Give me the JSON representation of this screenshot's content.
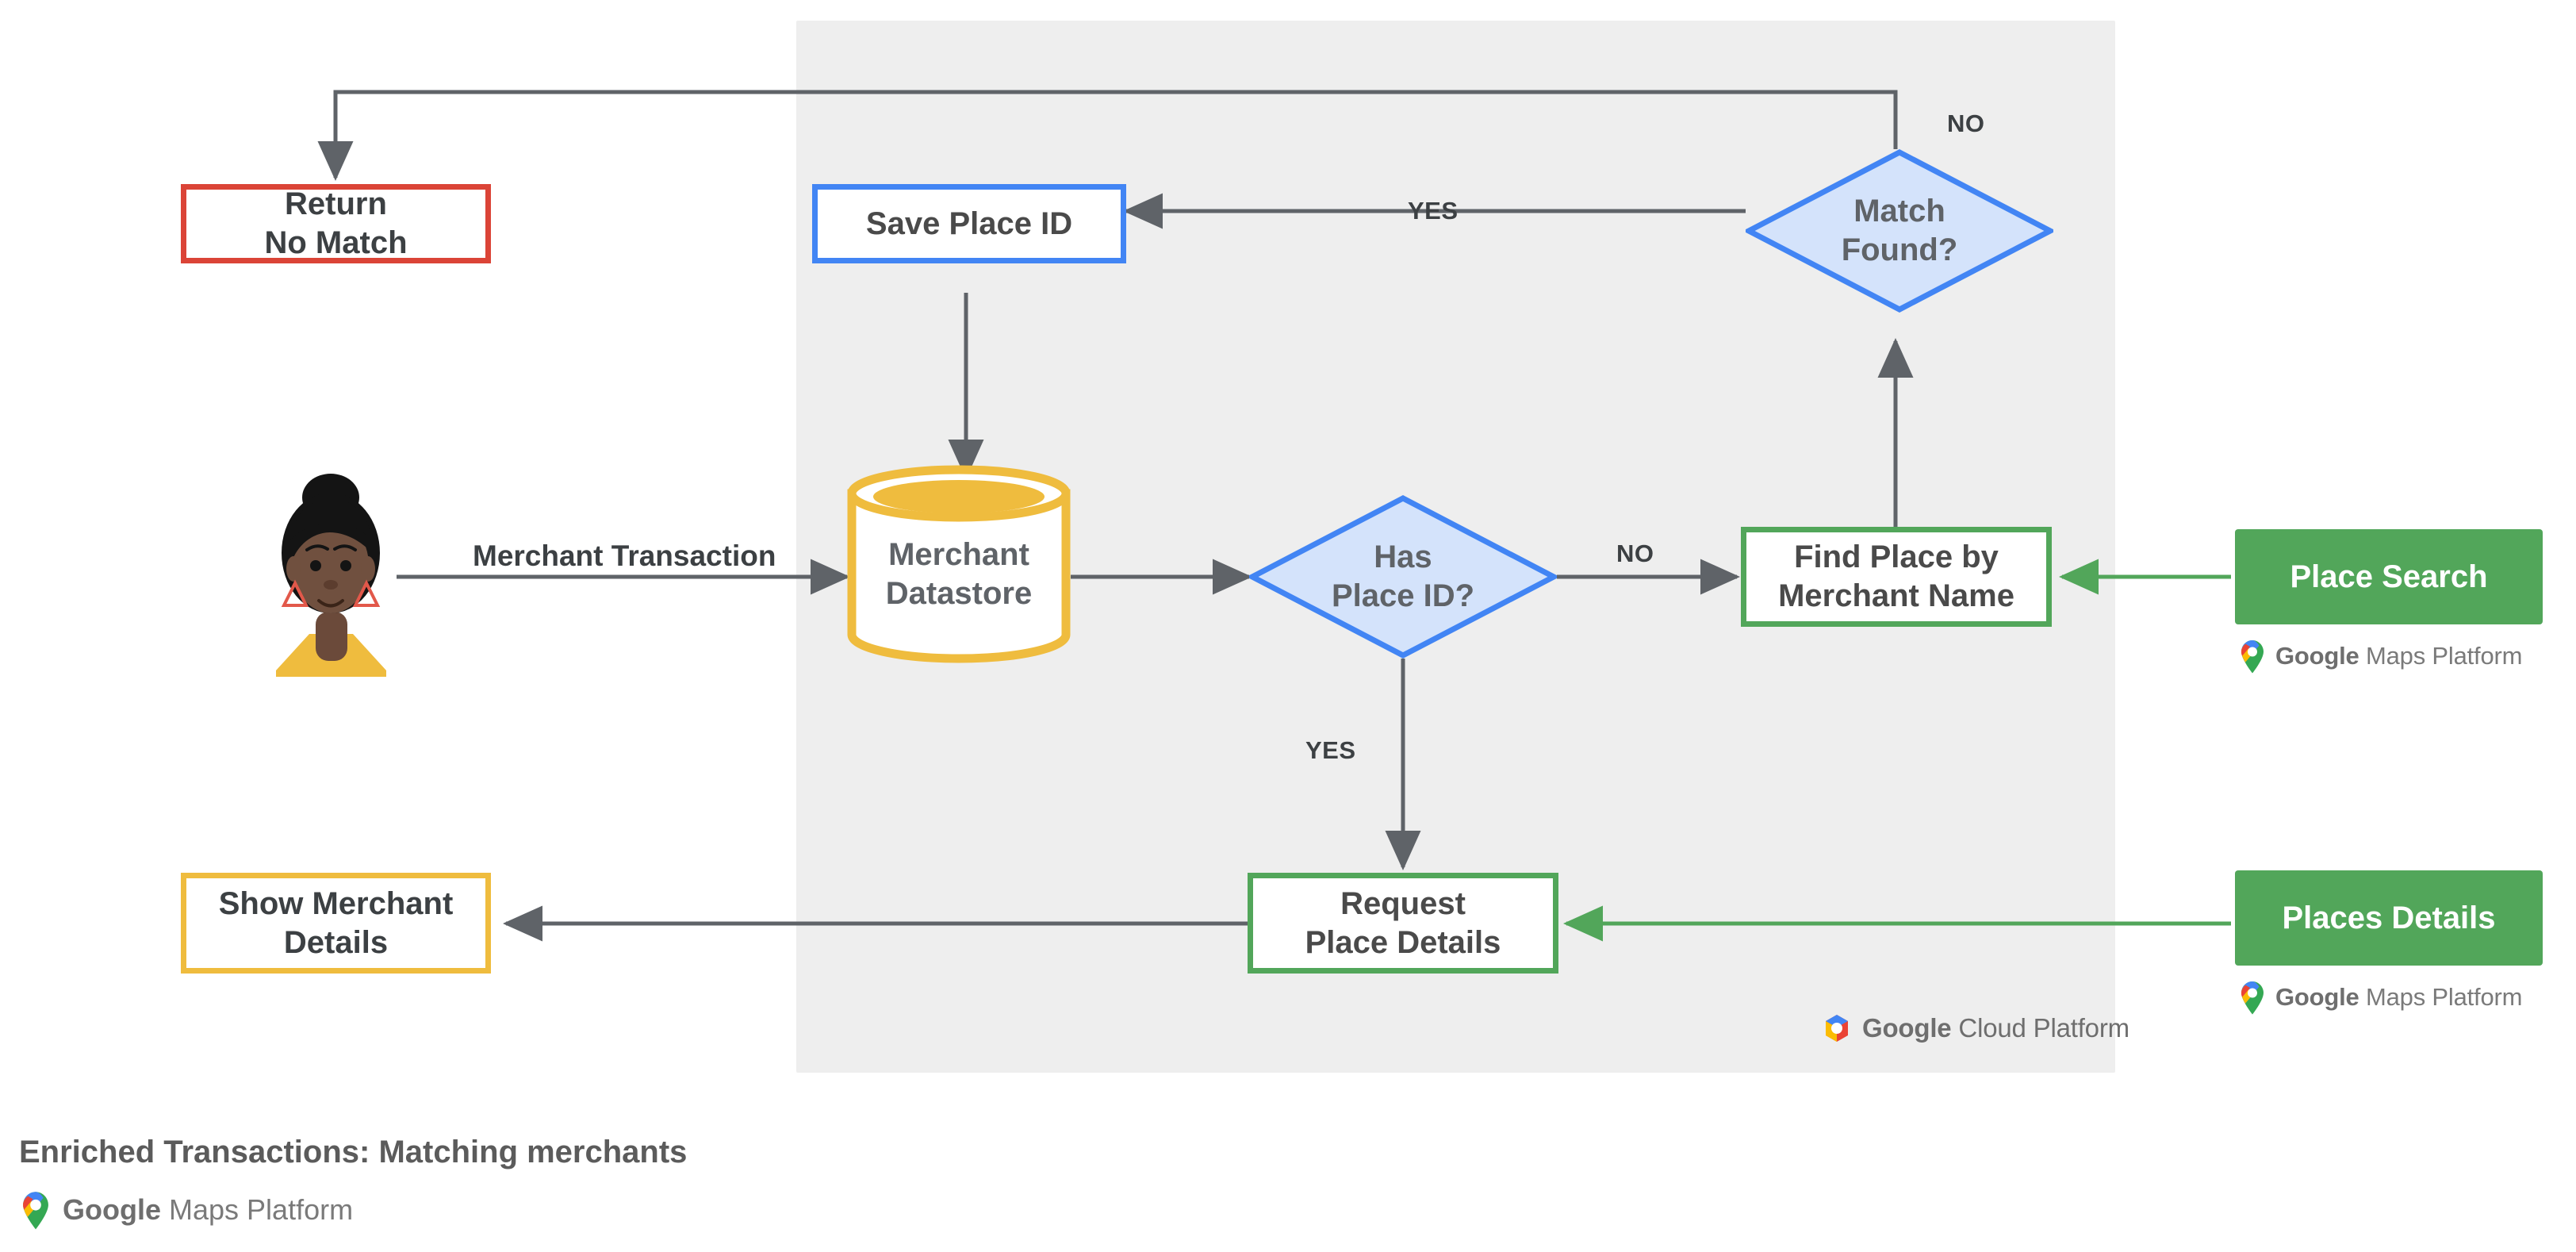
{
  "diagram": {
    "caption": "Enriched Transactions: Matching merchants",
    "caption_logo": {
      "brand": "Google",
      "product": " Maps Platform"
    },
    "panel": {
      "name": "google-cloud-platform-panel",
      "logo": {
        "brand": "Google",
        "product": " Cloud Platform"
      }
    },
    "nodes": {
      "return_no_match": {
        "label": "Return\nNo Match",
        "shape": "process",
        "color": "#DB4437"
      },
      "save_place_id": {
        "label": "Save Place ID",
        "shape": "process",
        "color": "#4285F4"
      },
      "merchant_datastore": {
        "label": "Merchant\nDatastore",
        "shape": "datastore",
        "color": "#EFBC3E"
      },
      "has_place_id": {
        "label": "Has\nPlace ID?",
        "shape": "decision",
        "color": "#4285F4"
      },
      "match_found": {
        "label": "Match\nFound?",
        "shape": "decision",
        "color": "#4285F4"
      },
      "find_place_by_merchant_name": {
        "label": "Find Place by\nMerchant Name",
        "shape": "process",
        "color": "#52A65A"
      },
      "request_place_details": {
        "label": "Request\nPlace Details",
        "shape": "process",
        "color": "#52A65A"
      },
      "show_merchant_details": {
        "label": "Show Merchant\nDetails",
        "shape": "process",
        "color": "#EFBC3E"
      },
      "place_search": {
        "label": "Place Search",
        "shape": "api",
        "color": "#52A65A"
      },
      "places_details": {
        "label": "Places Details",
        "shape": "api",
        "color": "#52A65A"
      }
    },
    "edge_labels": {
      "merchant_transaction": "Merchant Transaction",
      "match_found_no": "NO",
      "match_found_yes": "YES",
      "has_place_id_no": "NO",
      "has_place_id_yes": "YES"
    },
    "api_logos": {
      "place_search": {
        "brand": "Google",
        "product": " Maps Platform"
      },
      "places_details": {
        "brand": "Google",
        "product": " Maps Platform"
      }
    },
    "avatar": {
      "name": "merchant-customer-avatar"
    },
    "colors": {
      "panel_bg": "#EEEEEE",
      "red": "#DB4437",
      "blue": "#4285F4",
      "blue_fill": "#D4E3FB",
      "green": "#52A65A",
      "amber": "#EFBC3E",
      "arrow": "#5F6368",
      "text": "#5F6368"
    }
  }
}
